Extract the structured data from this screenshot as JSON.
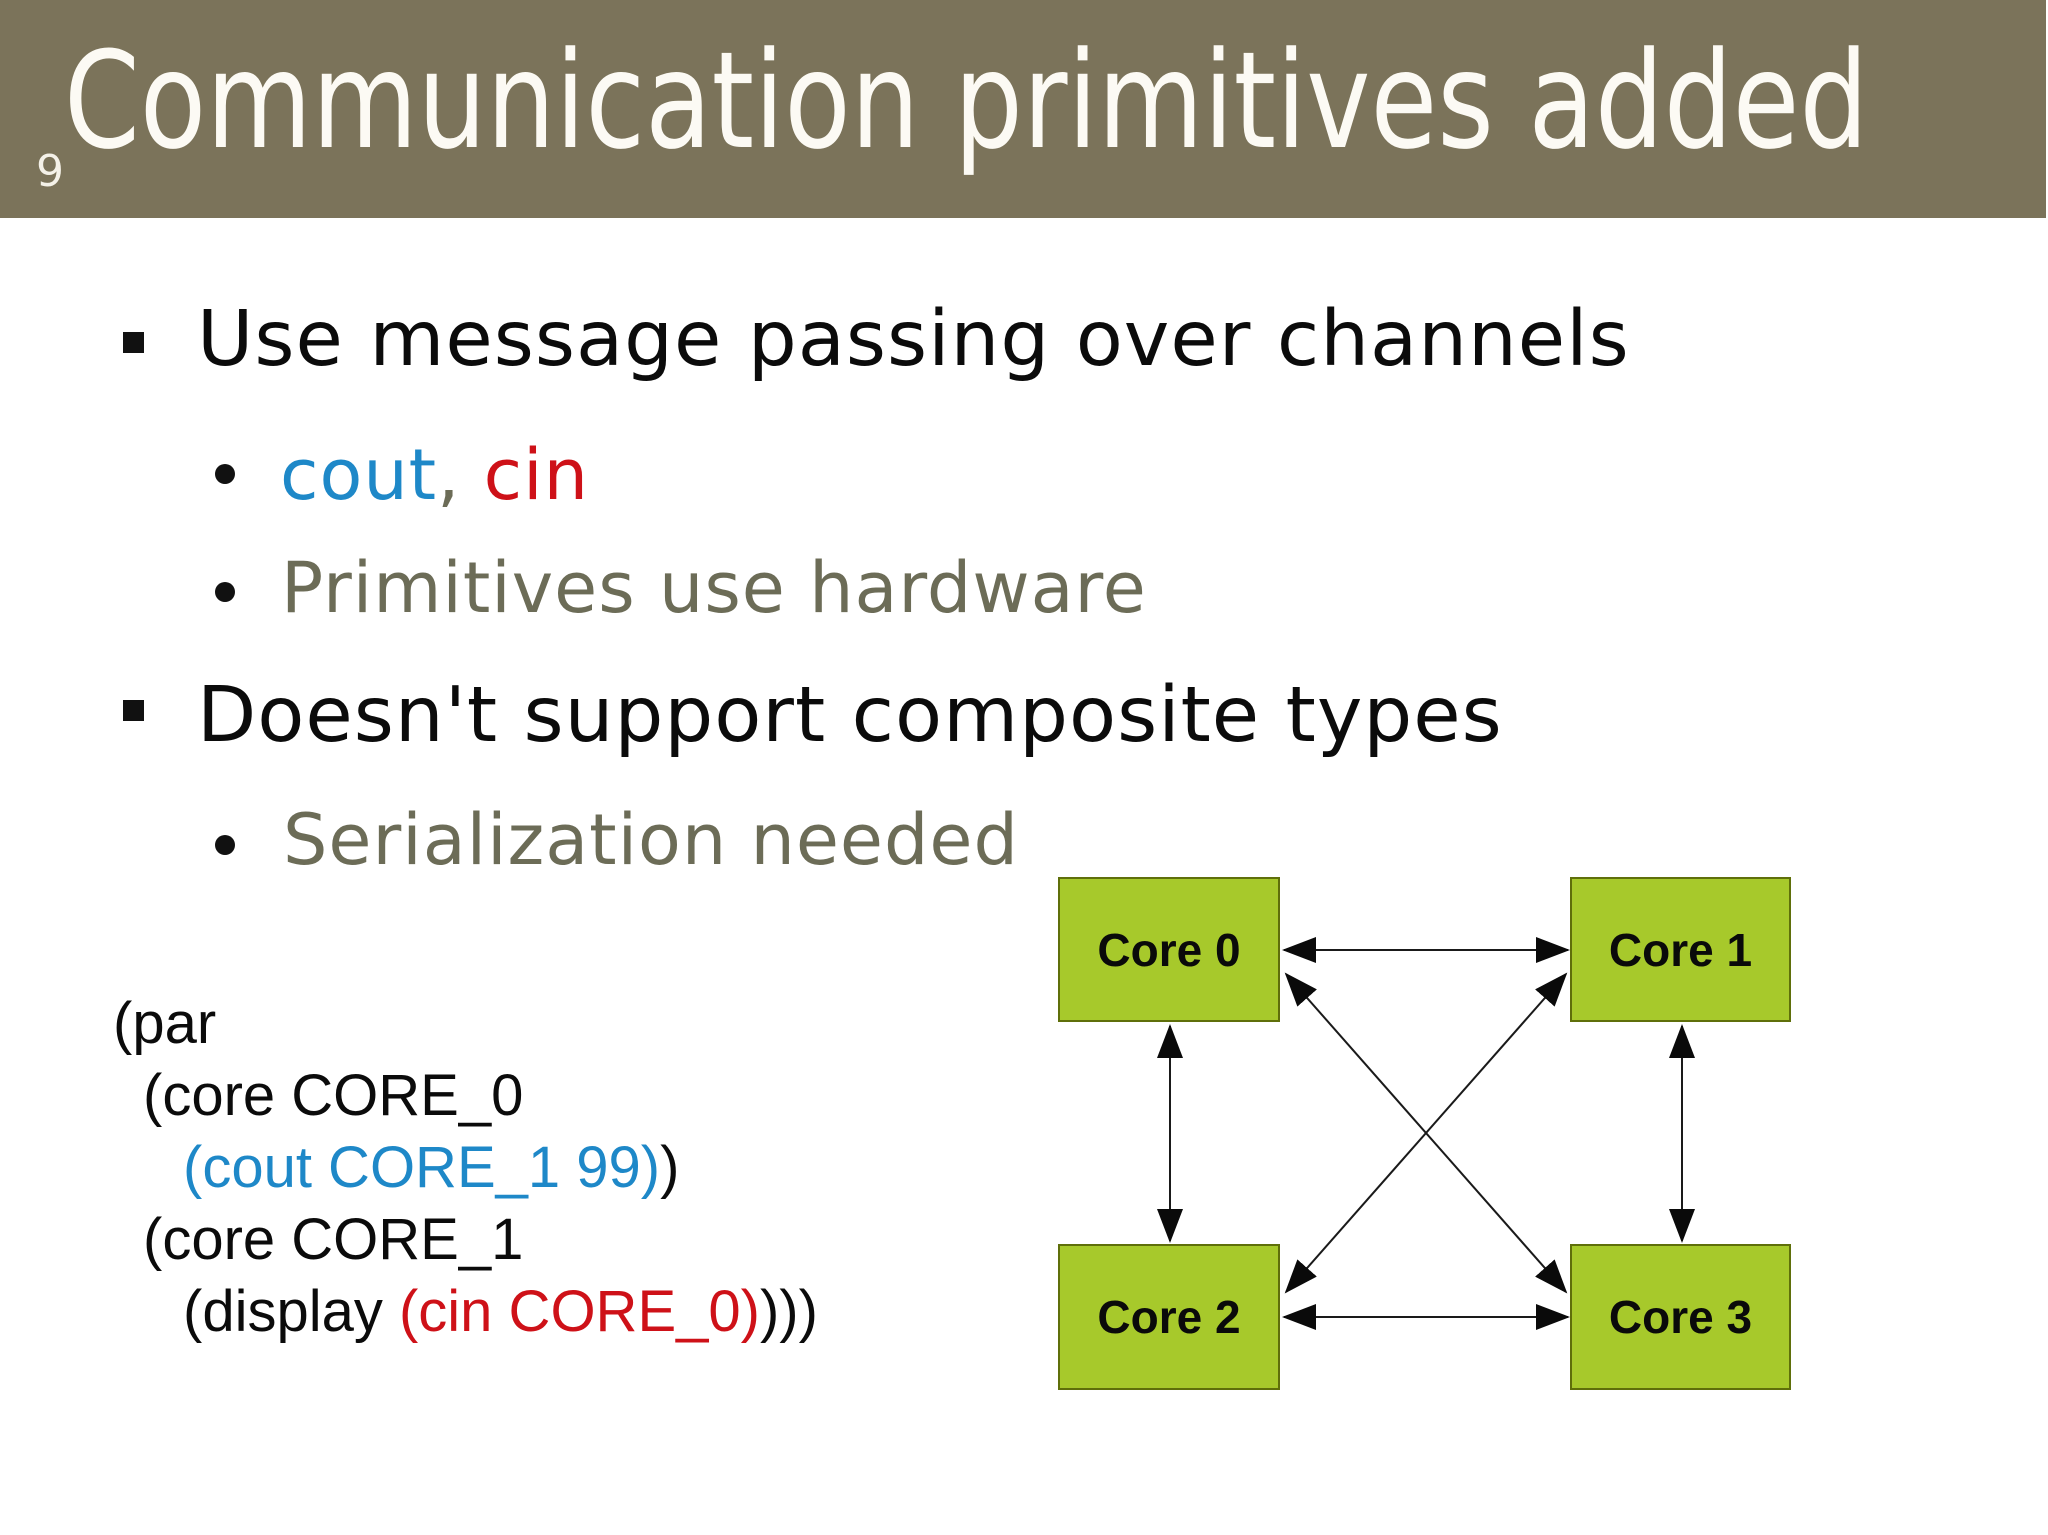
{
  "slide": {
    "number": "9",
    "title": "Communication primitives added"
  },
  "colors": {
    "header_bg": "#7b735a",
    "title_text": "#fcfaf4",
    "body_text": "#0b0b0b",
    "muted_text": "#6c6c57",
    "blue": "#1e88c8",
    "red": "#ce1118",
    "core_fill": "#a7c92b",
    "core_border": "#5f6f0a"
  },
  "bullets": {
    "item1": "Use message passing over channels",
    "item1_sub1": {
      "segments": [
        {
          "text": "cout",
          "color": "blue"
        },
        {
          "text": ", ",
          "color": "muted"
        },
        {
          "text": "cin",
          "color": "red"
        }
      ]
    },
    "item1_sub2": "Primitives use hardware",
    "item2": "Doesn't support composite types",
    "item2_sub1": "Serialization needed"
  },
  "code": {
    "lines": [
      {
        "indent": 0,
        "segments": [
          {
            "text": "(par",
            "color": "black"
          }
        ]
      },
      {
        "indent": 1,
        "segments": [
          {
            "text": "(core CORE_0",
            "color": "black"
          }
        ]
      },
      {
        "indent": 2,
        "segments": [
          {
            "text": "(cout CORE_1 99)",
            "color": "blue"
          },
          {
            "text": ")",
            "color": "black"
          }
        ]
      },
      {
        "indent": 1,
        "segments": [
          {
            "text": "(core CORE_1",
            "color": "black"
          }
        ]
      },
      {
        "indent": 2,
        "segments": [
          {
            "text": "(display ",
            "color": "black"
          },
          {
            "text": "(cin CORE_0)",
            "color": "red"
          },
          {
            "text": ")))",
            "color": "black"
          }
        ]
      }
    ]
  },
  "diagram": {
    "cores": [
      {
        "label": "Core 0"
      },
      {
        "label": "Core 1"
      },
      {
        "label": "Core 2"
      },
      {
        "label": "Core 3"
      }
    ]
  }
}
